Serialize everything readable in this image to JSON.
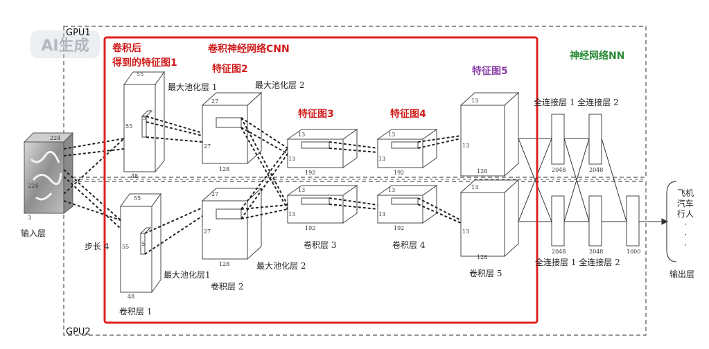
{
  "watermark": "AI生成",
  "regions": {
    "gpu1": "GPU1",
    "gpu2": "GPU2",
    "cnn_title": "卷积神经网络CNN",
    "nn_title": "神经网络NN"
  },
  "callouts": {
    "conv_result_line1": "卷积后",
    "conv_result_line2": "得到的特征图1",
    "fmap2": "特征图2",
    "fmap3": "特征图3",
    "fmap4": "特征图4",
    "fmap5": "特征图5"
  },
  "layers": {
    "input": "输入层",
    "stride": "步长 4",
    "maxpool1_top": "最大池化层 1",
    "maxpool2_top": "最大池化层 2",
    "maxpool1_bottom": "最大池化层1",
    "maxpool2_bottom": "最大池化层 2",
    "conv1": "卷积层 1",
    "conv2": "卷积层 2",
    "conv3": "卷积层 3",
    "conv4": "卷积层 4",
    "conv5": "卷积层 5",
    "fc_top": "全连接层 1 全连接层 2",
    "fc_bottom": "全连接层 1 全连接层 2",
    "output": "输出层"
  },
  "dims": {
    "in_224a": "224",
    "in_224b": "224",
    "in_3": "3",
    "c1_55a": "55",
    "c1_55b": "55",
    "c1_5a": "5",
    "c1_48top": "48",
    "c1_48bot": "48",
    "c1_55c": "55",
    "c1_55d": "55",
    "c1_5b": "5",
    "c2_27a": "27",
    "c2_27b": "27",
    "c2_128a": "128",
    "c2_27c": "27",
    "c2_27d": "27",
    "c2_128b": "128",
    "c3_13a": "13",
    "c3_13b": "13",
    "c3_192a": "192",
    "c3_13c": "13",
    "c3_13d": "13",
    "c3_192b": "192",
    "c4_13a": "13",
    "c4_13b": "13",
    "c4_192a": "192",
    "c4_13c": "13",
    "c4_13d": "13",
    "c4_192b": "192",
    "c5_13a": "13",
    "c5_13b": "13",
    "c5_128a": "128",
    "c5_13c": "13",
    "c5_13d": "13",
    "c5_128b": "128",
    "fc_2048a": "2048",
    "fc_2048b": "2048",
    "fc_2048c": "2048",
    "fc_2048d": "2048",
    "fc_1000": "1000"
  },
  "outputs": [
    "飞机",
    "汽车",
    "行人",
    "·",
    "·",
    "·"
  ],
  "colors": {
    "cnn_box": "#e0201f",
    "callout_red": "#d01c1c",
    "callout_purple": "#8a3fa6",
    "nn_green": "#2a8a35",
    "dashed": "#555555"
  }
}
